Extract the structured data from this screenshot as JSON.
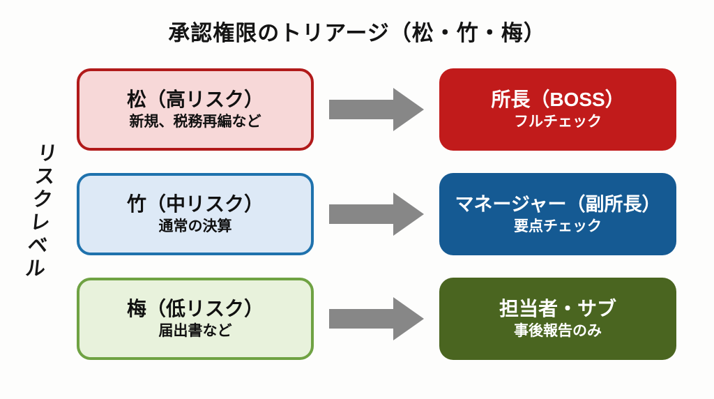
{
  "title": "承認権限のトリアージ（松・竹・梅）",
  "axis_label": "リスクレベル",
  "rows": [
    {
      "id": "matsu",
      "risk": {
        "title": "松（高リスク）",
        "subtitle": "新規、税務再編など",
        "fill": "#f7d8d8",
        "border": "#b11a1a"
      },
      "approver": {
        "title": "所長（BOSS）",
        "subtitle": "フルチェック",
        "fill": "#c11b1b",
        "text_color": "#ffffff"
      }
    },
    {
      "id": "take",
      "risk": {
        "title": "竹（中リスク）",
        "subtitle": "通常の決算",
        "fill": "#dde9f6",
        "border": "#1f72ad"
      },
      "approver": {
        "title": "マネージャー（副所長）",
        "subtitle": "要点チェック",
        "fill": "#155a93",
        "text_color": "#ffffff"
      }
    },
    {
      "id": "ume",
      "risk": {
        "title": "梅（低リスク）",
        "subtitle": "届出書など",
        "fill": "#e8f2dc",
        "border": "#6fa243"
      },
      "approver": {
        "title": "担当者・サブ",
        "subtitle": "事後報告のみ",
        "fill": "#4a6520",
        "text_color": "#ffffff"
      }
    }
  ],
  "arrow_color": "#878787",
  "text_color": "#141414",
  "background_color": "#fdfdfc"
}
